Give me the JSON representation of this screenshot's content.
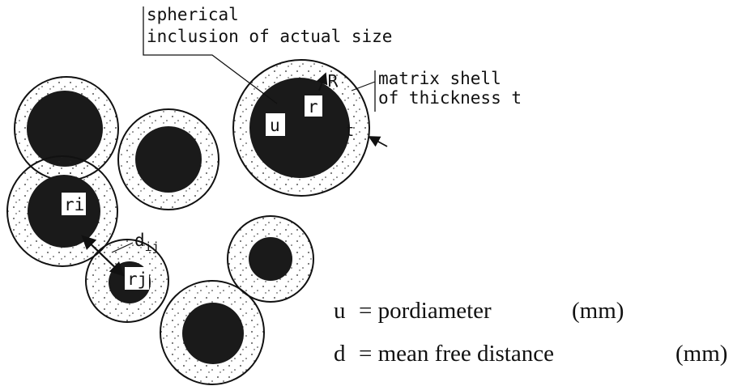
{
  "annotations": {
    "inclusion_line1": "spherical",
    "inclusion_line2": "inclusion of actual size",
    "shell_line1": "matrix shell",
    "shell_line2": "of thickness t",
    "radius_label": "R",
    "thickness_label": "t",
    "distance_label": "d",
    "distance_subscript": "ij"
  },
  "particle_labels": {
    "main_u": "u",
    "main_r": "r",
    "ri": "ri",
    "rj": "rj"
  },
  "legend": {
    "u_symbol": "u",
    "u_eq": "= pordiameter",
    "u_unit": "(mm)",
    "d_symbol": "d",
    "d_eq": "= mean free distance",
    "d_unit": "(mm)"
  },
  "colors": {
    "ink": "#111111",
    "core": "#1a1a1a",
    "background": "#ffffff"
  }
}
